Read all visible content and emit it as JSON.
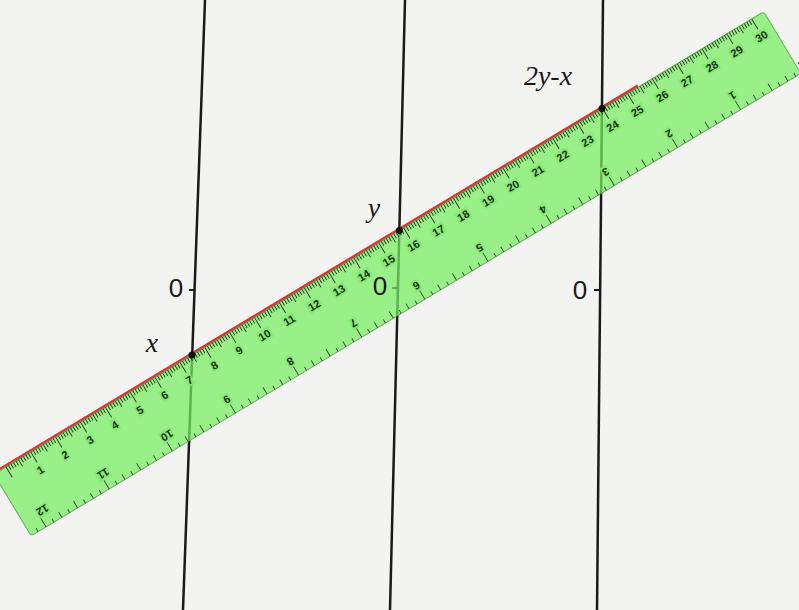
{
  "diagram": {
    "labels": [
      "0",
      "0",
      "0",
      "x",
      "y",
      "2y-x",
      "1",
      "2",
      "3",
      "4",
      "5",
      "6",
      "7",
      "8",
      "9",
      "10",
      "11",
      "12",
      "13",
      "14",
      "15",
      "16",
      "17",
      "18",
      "19",
      "20",
      "21",
      "22",
      "23",
      "24",
      "25",
      "26",
      "27",
      "28",
      "29",
      "30",
      "12",
      "11",
      "10",
      "9",
      "8",
      "7",
      "6",
      "5",
      "4",
      "3",
      "2",
      "1"
    ]
  }
}
